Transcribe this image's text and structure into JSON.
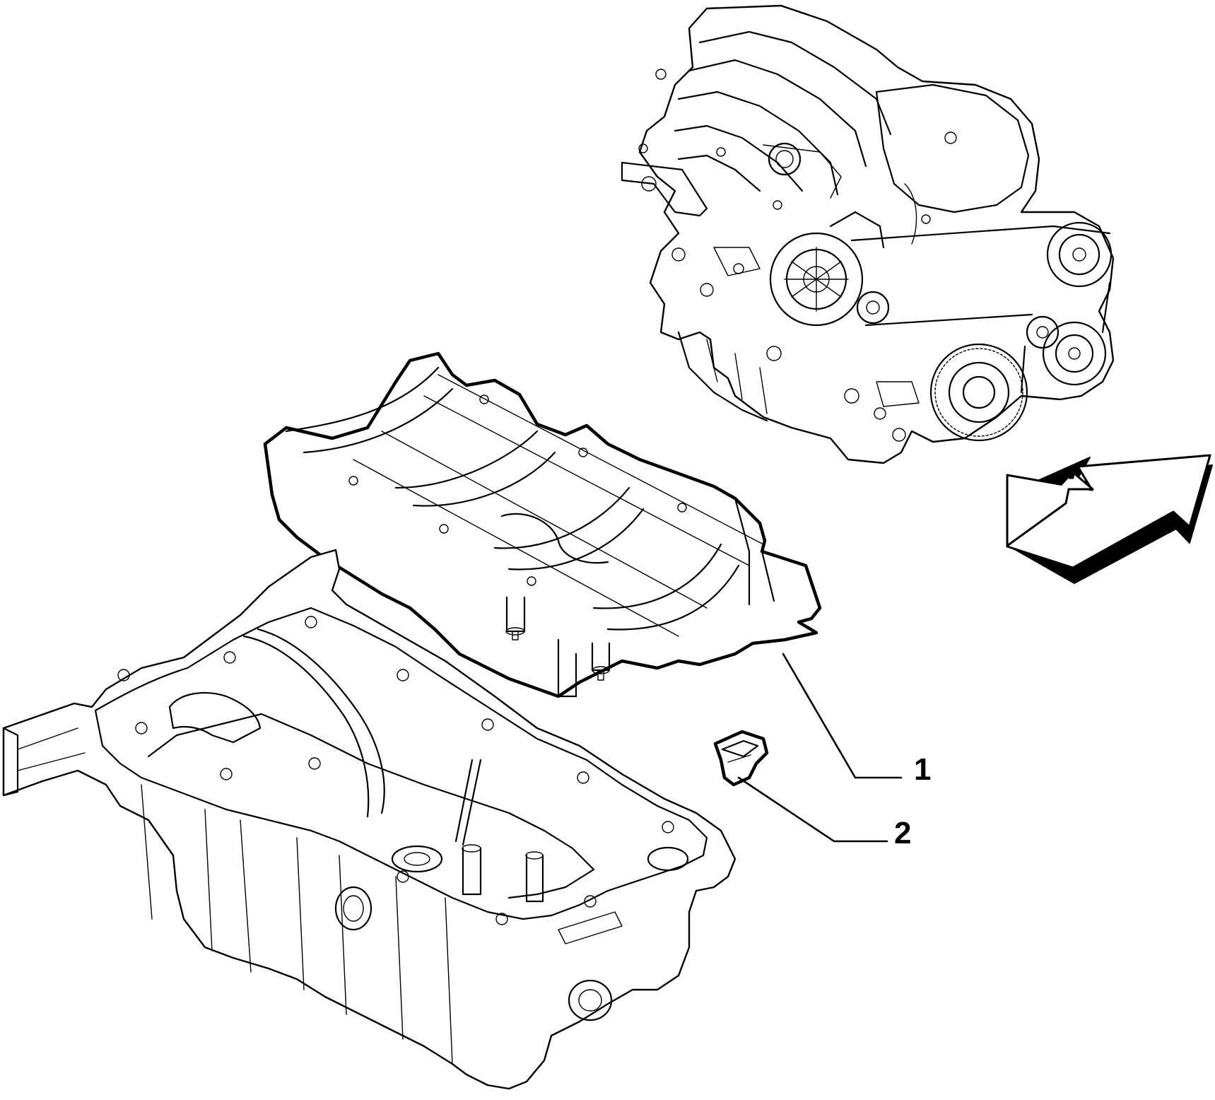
{
  "callouts": [
    {
      "label": "1",
      "part": "oil-baffle-plate"
    },
    {
      "label": "2",
      "part": "small-clip"
    }
  ],
  "icons": {
    "orientation_arrow": "direction-arrow-icon",
    "engine": "engine-assembly-icon",
    "oil_pan": "oil-pan-icon"
  }
}
